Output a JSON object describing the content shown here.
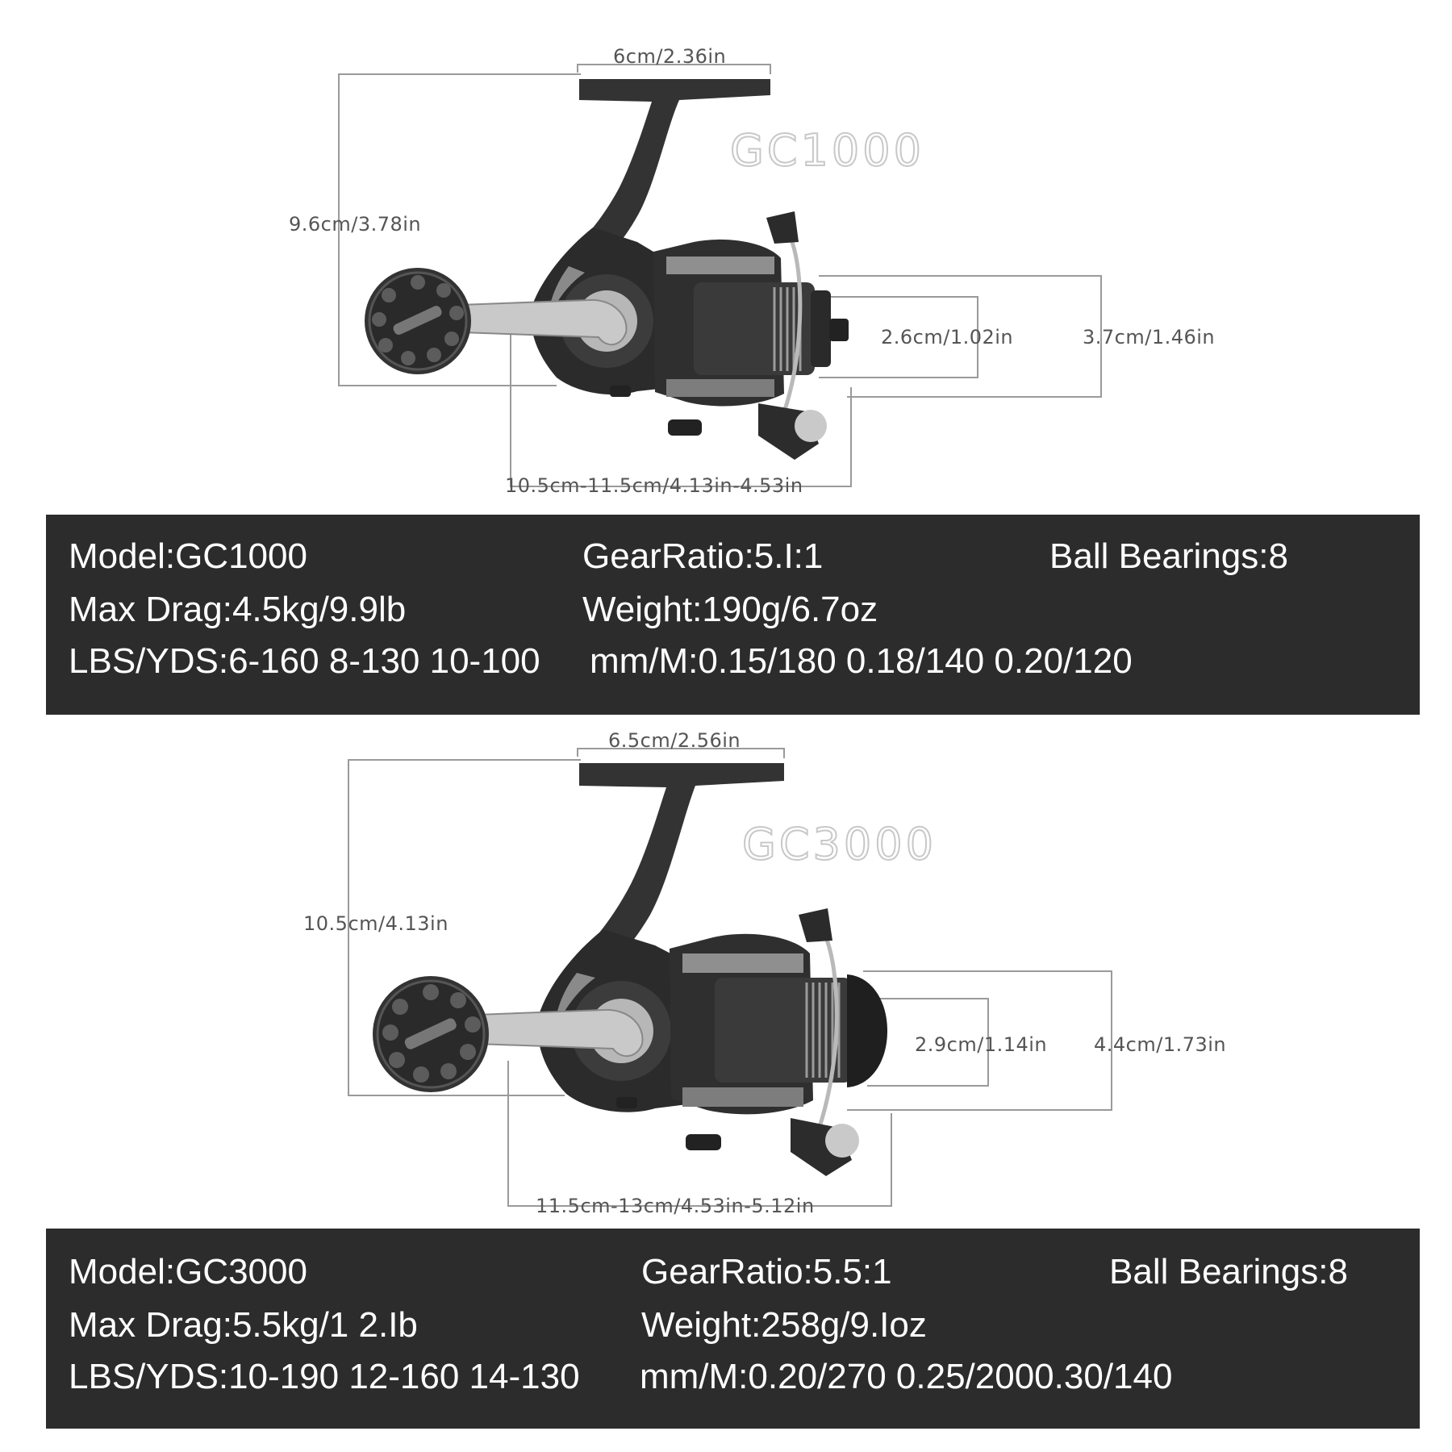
{
  "reels": [
    {
      "model_watermark": "GC1000",
      "dims": {
        "top_width": "6cm/2.36in",
        "height": "9.6cm/3.78in",
        "spool_inner": "2.6cm/1.02in",
        "spool_outer": "3.7cm/1.46in",
        "length": "10.5cm-11.5cm/4.13in-4.53in"
      },
      "specs": {
        "model": "Model:GC1000",
        "gear_ratio": "GearRatio:5.I:1",
        "ball_bearings": "Ball Bearings:8",
        "max_drag": "Max Drag:4.5kg/9.9lb",
        "weight": "Weight:190g/6.7oz",
        "lbs_yds": "LBS/YDS:6-160 8-130 10-100",
        "mm_m": "mm/M:0.15/180 0.18/140 0.20/120"
      }
    },
    {
      "model_watermark": "GC3000",
      "dims": {
        "top_width": "6.5cm/2.56in",
        "height": "10.5cm/4.13in",
        "spool_inner": "2.9cm/1.14in",
        "spool_outer": "4.4cm/1.73in",
        "length": "11.5cm-13cm/4.53in-5.12in"
      },
      "specs": {
        "model": "Model:GC3000",
        "gear_ratio": "GearRatio:5.5:1",
        "ball_bearings": "Ball Bearings:8",
        "max_drag": "Max Drag:5.5kg/1 2.Ib",
        "weight": "Weight:258g/9.Ioz",
        "lbs_yds": "LBS/YDS:10-190 12-160 14-130",
        "mm_m": "mm/M:0.20/270 0.25/2000.30/140"
      }
    }
  ]
}
